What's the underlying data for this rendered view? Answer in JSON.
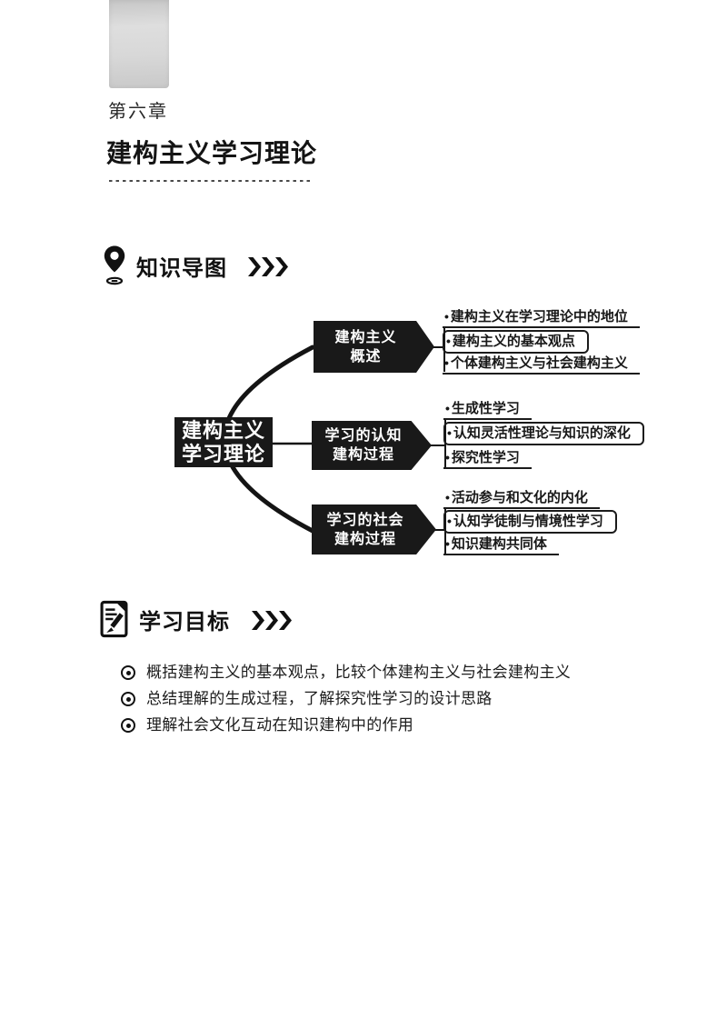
{
  "header": {
    "chapter_label": "第六章",
    "title": "建构主义学习理论"
  },
  "knowledge_map": {
    "heading": "知识导图",
    "bullet": "•",
    "root": {
      "line1": "建构主义",
      "line2": "学习理论"
    },
    "branches": [
      {
        "line1": "建构主义",
        "line2": "概述",
        "items": [
          "建构主义在学习理论中的地位",
          "建构主义的基本观点",
          "个体建构主义与社会建构主义"
        ]
      },
      {
        "line1": "学习的认知",
        "line2": "建构过程",
        "items": [
          "生成性学习",
          "认知灵活性理论与知识的深化",
          "探究性学习"
        ]
      },
      {
        "line1": "学习的社会",
        "line2": "建构过程",
        "items": [
          "活动参与和文化的内化",
          "认知学徒制与情境性学习",
          "知识建构共同体"
        ]
      }
    ]
  },
  "objectives": {
    "heading": "学习目标",
    "items": [
      "概括建构主义的基本观点，比较个体建构主义与社会建构主义",
      "总结理解的生成过程，了解探究性学习的设计思路",
      "理解社会文化互动在知识建构中的作用"
    ]
  },
  "colors": {
    "ink": "#1a1a1a",
    "node_fill": "#191919",
    "node_text": "#ffffff"
  }
}
